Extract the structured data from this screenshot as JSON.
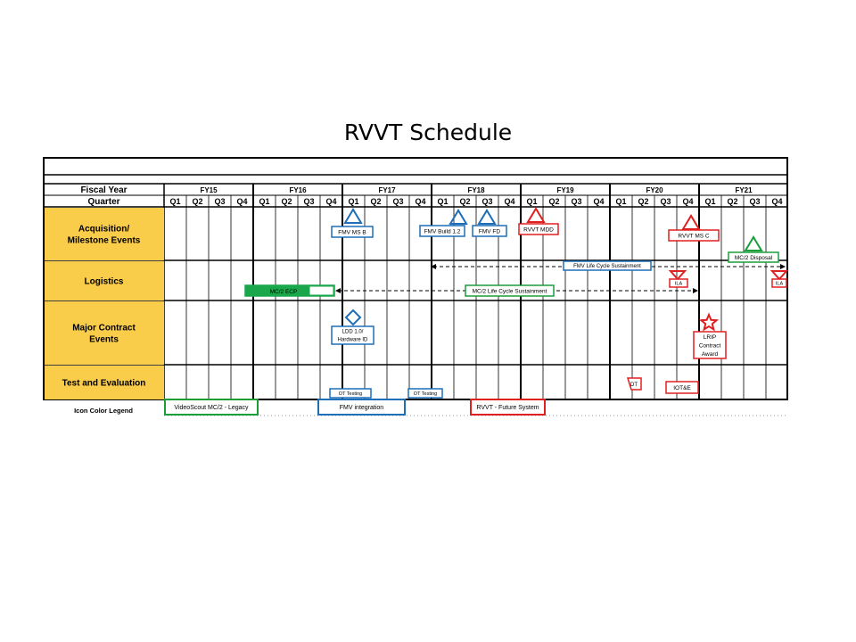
{
  "title": "RVVT Schedule",
  "header": {
    "fiscal_year_label": "Fiscal Year",
    "quarter_label": "Quarter",
    "fiscal_years": [
      "FY15",
      "FY16",
      "FY17",
      "FY18",
      "FY19",
      "FY20",
      "FY21"
    ],
    "quarters": [
      "Q1",
      "Q2",
      "Q3",
      "Q4"
    ]
  },
  "rows": [
    {
      "label_lines": [
        "Acquisition/",
        "Milestone Events"
      ]
    },
    {
      "label_lines": [
        "Logistics"
      ]
    },
    {
      "label_lines": [
        "Major Contract",
        "Events"
      ]
    },
    {
      "label_lines": [
        "Test and Evaluation"
      ]
    }
  ],
  "legend": {
    "title": "Icon Color Legend",
    "items": [
      {
        "label": "VideoScout MC/2 - Legacy",
        "color": "#1a9e3a"
      },
      {
        "label": "FMV integration",
        "color": "#1f6fb8"
      },
      {
        "label": "RVVT - Future System",
        "color": "#e02020"
      }
    ]
  },
  "colors": {
    "legacy": "#1a9e3a",
    "fmv": "#1f6fb8",
    "future": "#e02020",
    "row_header": "#f9cc4a",
    "ecp_fill": "#1aa64b"
  },
  "events": {
    "fmv_ms_b": {
      "label": "FMV MS B",
      "icon": "triangle-icon",
      "color": "#1f6fb8"
    },
    "fmv_build": {
      "label": "FMV Build 1.2",
      "icon": "triangle-icon",
      "color": "#1f6fb8"
    },
    "fmv_fd": {
      "label": "FMV FD",
      "icon": "triangle-icon",
      "color": "#1f6fb8"
    },
    "rvvt_mdd": {
      "label": "RVVT MDD",
      "icon": "triangle-icon",
      "color": "#e02020"
    },
    "rvvt_ms_c": {
      "label": "RVVT MS C",
      "icon": "triangle-icon",
      "color": "#e02020"
    },
    "mc2_disposal": {
      "label": "MC/2 Disposal",
      "icon": "triangle-icon",
      "color": "#1a9e3a"
    },
    "fmv_lcs": {
      "label": "FMV Life Cycle Sustainment",
      "color": "#1f6fb8"
    },
    "mc2_ecp": {
      "label": "MC/2 ECP",
      "color": "#1a9e3a"
    },
    "mc2_lcs": {
      "label": "MC/2 Life Cycle Sustainment",
      "color": "#1a9e3a"
    },
    "ila_1": {
      "label": "ILA",
      "icon": "inverted-triangle-icon",
      "color": "#e02020"
    },
    "ila_2": {
      "label": "ILA",
      "icon": "inverted-triangle-icon",
      "color": "#e02020"
    },
    "ldd": {
      "label_lines": [
        "LDD 1.0/",
        "Hardware ID"
      ],
      "icon": "diamond-icon",
      "color": "#1f6fb8"
    },
    "lrip": {
      "label_lines": [
        "LRIP",
        "Contract",
        "Award"
      ],
      "icon": "star-icon",
      "color": "#e02020"
    },
    "ot_testing_1": {
      "label": "OT Testing",
      "color": "#1f6fb8"
    },
    "ot_testing_2": {
      "label": "OT Testing",
      "color": "#1f6fb8"
    },
    "dt": {
      "label": "DT",
      "color": "#e02020"
    },
    "iote": {
      "label": "IOT&E",
      "color": "#e02020"
    }
  }
}
